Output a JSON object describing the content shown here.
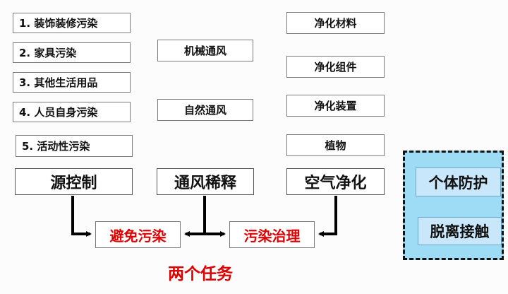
{
  "sources": [
    "1. 装饰装修污染",
    "2. 家具污染",
    "3. 其他生活用品",
    "4. 人员自身污染",
    "5. 活动性污染"
  ],
  "ventilation": [
    "机械通风",
    "自然通风"
  ],
  "purification": [
    "净化材料",
    "净化组件",
    "净化装置",
    "植物"
  ],
  "methods": {
    "source_control": "源控制",
    "ventilation_dilution": "通风稀释",
    "air_purification": "空气净化"
  },
  "outcomes": {
    "avoid": "避免污染",
    "treat": "污染治理"
  },
  "personal": {
    "protection": "个体防护",
    "escape": "脱离接触"
  },
  "caption": "两个任务"
}
